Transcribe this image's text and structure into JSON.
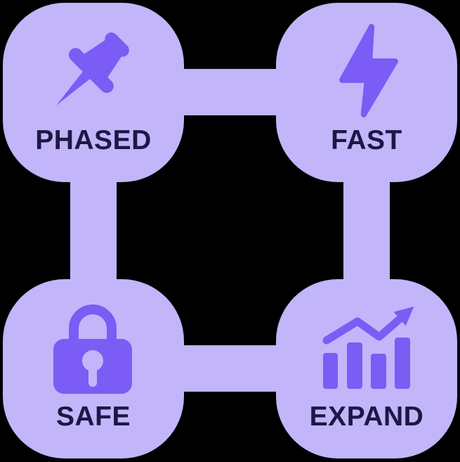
{
  "diagram": {
    "type": "quadrant-feature-diagram",
    "background_color": "#000000",
    "card_color": "#c3b5fa",
    "icon_color": "#7b5cf4",
    "label_color": "#1e1745",
    "cards": [
      {
        "id": "phased",
        "label": "PHASED",
        "icon": "pushpin-icon",
        "position": "top-left"
      },
      {
        "id": "fast",
        "label": "FAST",
        "icon": "lightning-bolt-icon",
        "position": "top-right"
      },
      {
        "id": "safe",
        "label": "SAFE",
        "icon": "lock-icon",
        "position": "bottom-left"
      },
      {
        "id": "expand",
        "label": "EXPAND",
        "icon": "bar-chart-trend-icon",
        "position": "bottom-right"
      }
    ],
    "connections": [
      "phased-fast",
      "safe-expand",
      "phased-safe",
      "fast-expand"
    ]
  },
  "colors": {
    "bg": "#000000",
    "card": "#c3b5fa",
    "icon": "#7b5cf4",
    "label": "#1e1745"
  }
}
